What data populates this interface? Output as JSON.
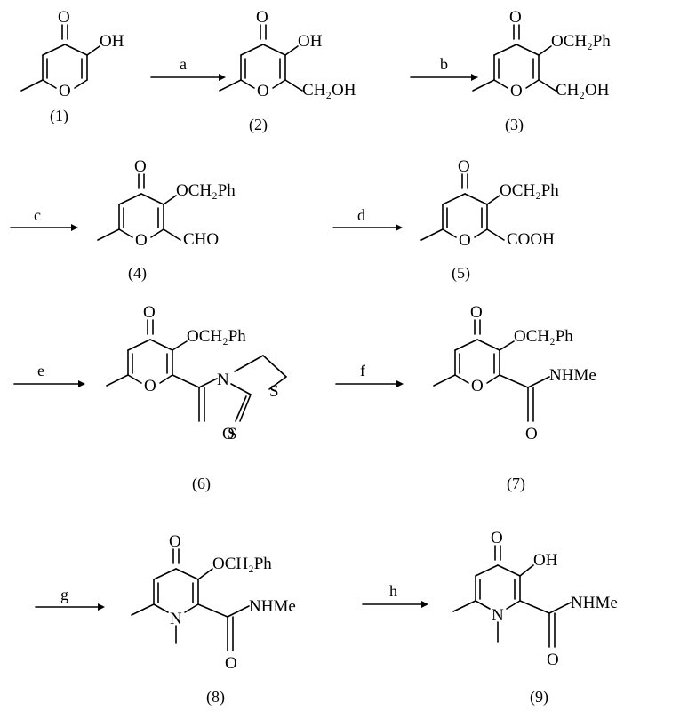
{
  "compounds": [
    {
      "label": "(1)",
      "substituents": {
        "oh": "OH"
      }
    },
    {
      "label": "(2)",
      "substituents": {
        "oh": "OH",
        "ch2oh": "CH₂OH"
      }
    },
    {
      "label": "(3)",
      "substituents": {
        "obn": "OCH₂Ph",
        "ch2oh": "CH₂OH"
      }
    },
    {
      "label": "(4)",
      "substituents": {
        "obn": "OCH₂Ph",
        "cho": "CHO"
      }
    },
    {
      "label": "(5)",
      "substituents": {
        "obn": "OCH₂Ph",
        "cooh": "COOH"
      }
    },
    {
      "label": "(6)",
      "substituents": {
        "obn": "OCH₂Ph",
        "n": "N",
        "s": "S",
        "s2": "S"
      }
    },
    {
      "label": "(7)",
      "substituents": {
        "obn": "OCH₂Ph",
        "amide": "NHMe"
      }
    },
    {
      "label": "(8)",
      "substituents": {
        "obn": "OCH₂Ph",
        "amide": "NHMe",
        "n": "N"
      }
    },
    {
      "label": "(9)",
      "substituents": {
        "oh": "OH",
        "amide": "NHMe",
        "n": "N"
      }
    }
  ],
  "ring_atoms": {
    "ketone_o": "O",
    "ring_o": "O",
    "carbonyl_o": "O"
  },
  "steps": [
    "a",
    "b",
    "c",
    "d",
    "e",
    "f",
    "g",
    "h"
  ]
}
